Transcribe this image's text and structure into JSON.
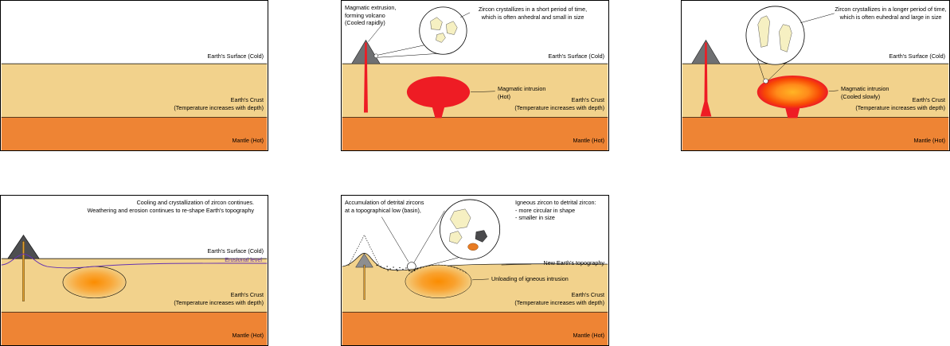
{
  "shared": {
    "surface": "Earth's Surface (Cold)",
    "crust": "Earth's Crust\n(Temperature increases with depth)",
    "mantle": "Mantle (Hot)"
  },
  "panel2": {
    "extrusion": "Magmatic extrusion,\nforming volcano\n(Cooled rapidly)",
    "zircon_note": "Zircon crystallizes in a short period of time,\nwhich is often anhedral and small in size",
    "intrusion": "Magmatic intrusion\n(Hot)"
  },
  "panel3": {
    "zircon_note": "Zircon crystallizes in a longer period of time,\nwhich is often euhedral and large in size",
    "intrusion": "Magmatic intrusion\n(Cooled slowly)"
  },
  "panel4": {
    "caption": "Cooling and crystallization of zircon continues.\nWeathering and erosion continues to re-shape Earth's topography",
    "erosional_level": "Erosional level"
  },
  "panel5": {
    "accumulation": "Accumulation of detrital zircons\nat a topographical low (basin),",
    "comparison": "Igneous zircon to detrital zircon:\n- more circular in shape\n- smaller in size",
    "new_topography": "New Earth's topography",
    "unloading": "Unloading of igneous intrusion"
  },
  "colors": {
    "crust": "#f2d28c",
    "mantle": "#ee8434",
    "magma_hot": "#ee1c24",
    "volcano": "#6f7072",
    "zircon": "#f6f0c2",
    "erosional": "#6633b0"
  }
}
